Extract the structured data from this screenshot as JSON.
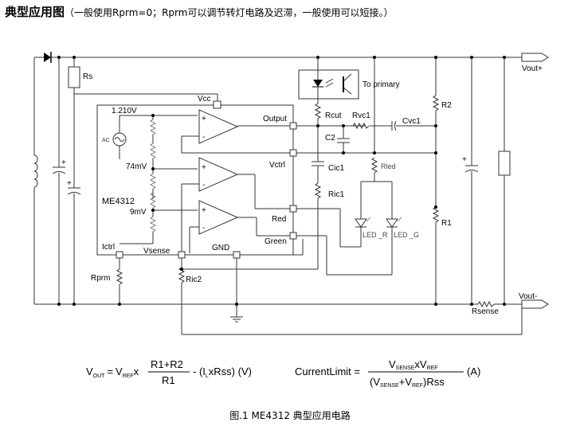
{
  "title": {
    "main": "典型应用图",
    "note": "（一般使用Rprm=0；Rprm可以调节转灯电路及迟滞，一般使用可以短接。）"
  },
  "labels": {
    "rs": "Rs",
    "vout_plus": "Vout+",
    "vout_minus": "Vout-",
    "to_primary": "To primary",
    "rcut": "Rcut",
    "rvc1": "Rvc1",
    "cvc1": "Cvc1",
    "r2": "R2",
    "r1": "R1",
    "c2": "C2",
    "cic1": "Cic1",
    "ric1": "Ric1",
    "rled": "Rled",
    "led_r": "LED _R",
    "led_g": "LED _G",
    "vcc": "Vcc",
    "ref_1210": "1.210V",
    "ref_74": "74mV",
    "ref_9": "9mV",
    "chip": "ME4312",
    "output": "Output",
    "vctrl": "Vctrl",
    "red": "Red",
    "green": "Green",
    "gnd": "GND",
    "ictrl": "Ictrl",
    "vsense": "Vsense",
    "rprm": "Rprm",
    "ric2": "Ric2",
    "rsense": "Rsense",
    "ac": "AC",
    "plus": "+",
    "minus": "-"
  },
  "formula_vout": {
    "lhs": "V",
    "lhs_sub": "OUT",
    "eq": "=",
    "vref": "V",
    "vref_sub": "REF",
    "times": "x",
    "num": "R1+R2",
    "den": "R1",
    "tail": "- (I",
    "il_sub": "L",
    "tail2": "xRss) (V)"
  },
  "formula_current": {
    "lhs": "CurrentLimit =",
    "num_a": "V",
    "num_a_sub": "SENSE",
    "num_x": "xV",
    "num_b_sub": "REF",
    "den_open": "(V",
    "den_a_sub": "SENSE",
    "den_plus": "+V",
    "den_b_sub": "REF",
    "den_close": ")Rss",
    "unit": "(A)"
  },
  "caption": "图.1    ME4312  典型应用电路"
}
